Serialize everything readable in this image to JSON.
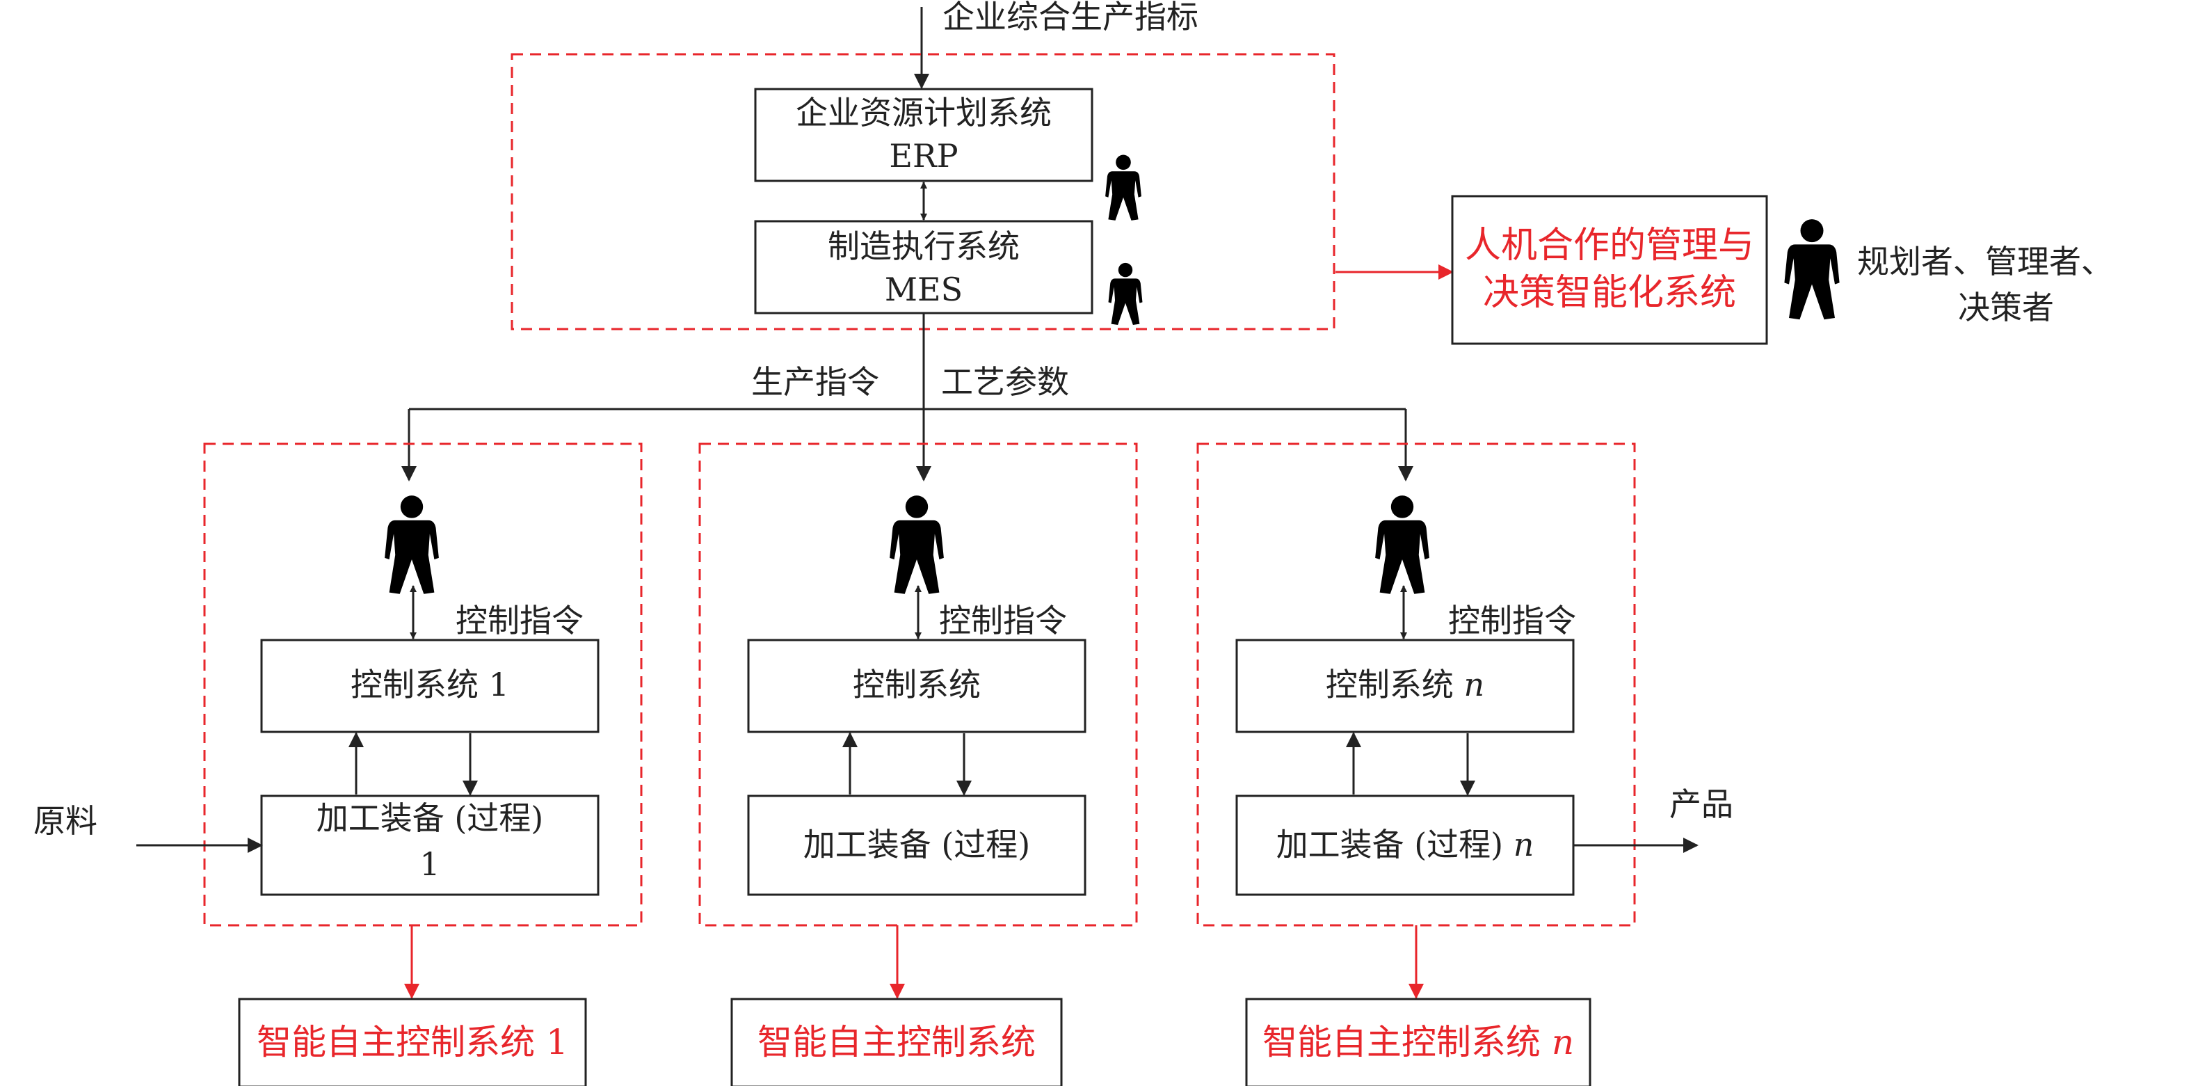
{
  "diagram": {
    "top_input": "企业综合生产指标",
    "erp": {
      "line1": "企业资源计划系统",
      "line2": "ERP"
    },
    "mes": {
      "line1": "制造执行系统",
      "line2": "MES"
    },
    "decision_system": {
      "line1": "人机合作的管理与",
      "line2": "决策智能化系统"
    },
    "roles": {
      "line1": "规划者、管理者、",
      "line2": "决策者"
    },
    "production_order": "生产指令",
    "process_params": "工艺参数",
    "control_command": "控制指令",
    "raw_material": "原料",
    "product": "产品",
    "units": [
      {
        "control_prefix": "控制系统 ",
        "control_suffix": "1",
        "equip_line1": "加工装备 (过程)",
        "equip_line2": "1",
        "equip_suffix": "",
        "auto_prefix": "智能自主控制系统 ",
        "auto_suffix": "1"
      },
      {
        "control_prefix": "控制系统",
        "control_suffix": "",
        "equip_line1": "加工装备 (过程)",
        "equip_line2": "",
        "equip_suffix": "",
        "auto_prefix": "智能自主控制系统",
        "auto_suffix": ""
      },
      {
        "control_prefix": "控制系统 ",
        "control_suffix": "n",
        "equip_line1": "加工装备 (过程) ",
        "equip_line2": "",
        "equip_suffix": "n",
        "auto_prefix": "智能自主控制系统 ",
        "auto_suffix": "n"
      }
    ]
  },
  "colors": {
    "accent_red": "#e8262b",
    "ink": "#222222",
    "person_outline": "#6b6b6b"
  }
}
